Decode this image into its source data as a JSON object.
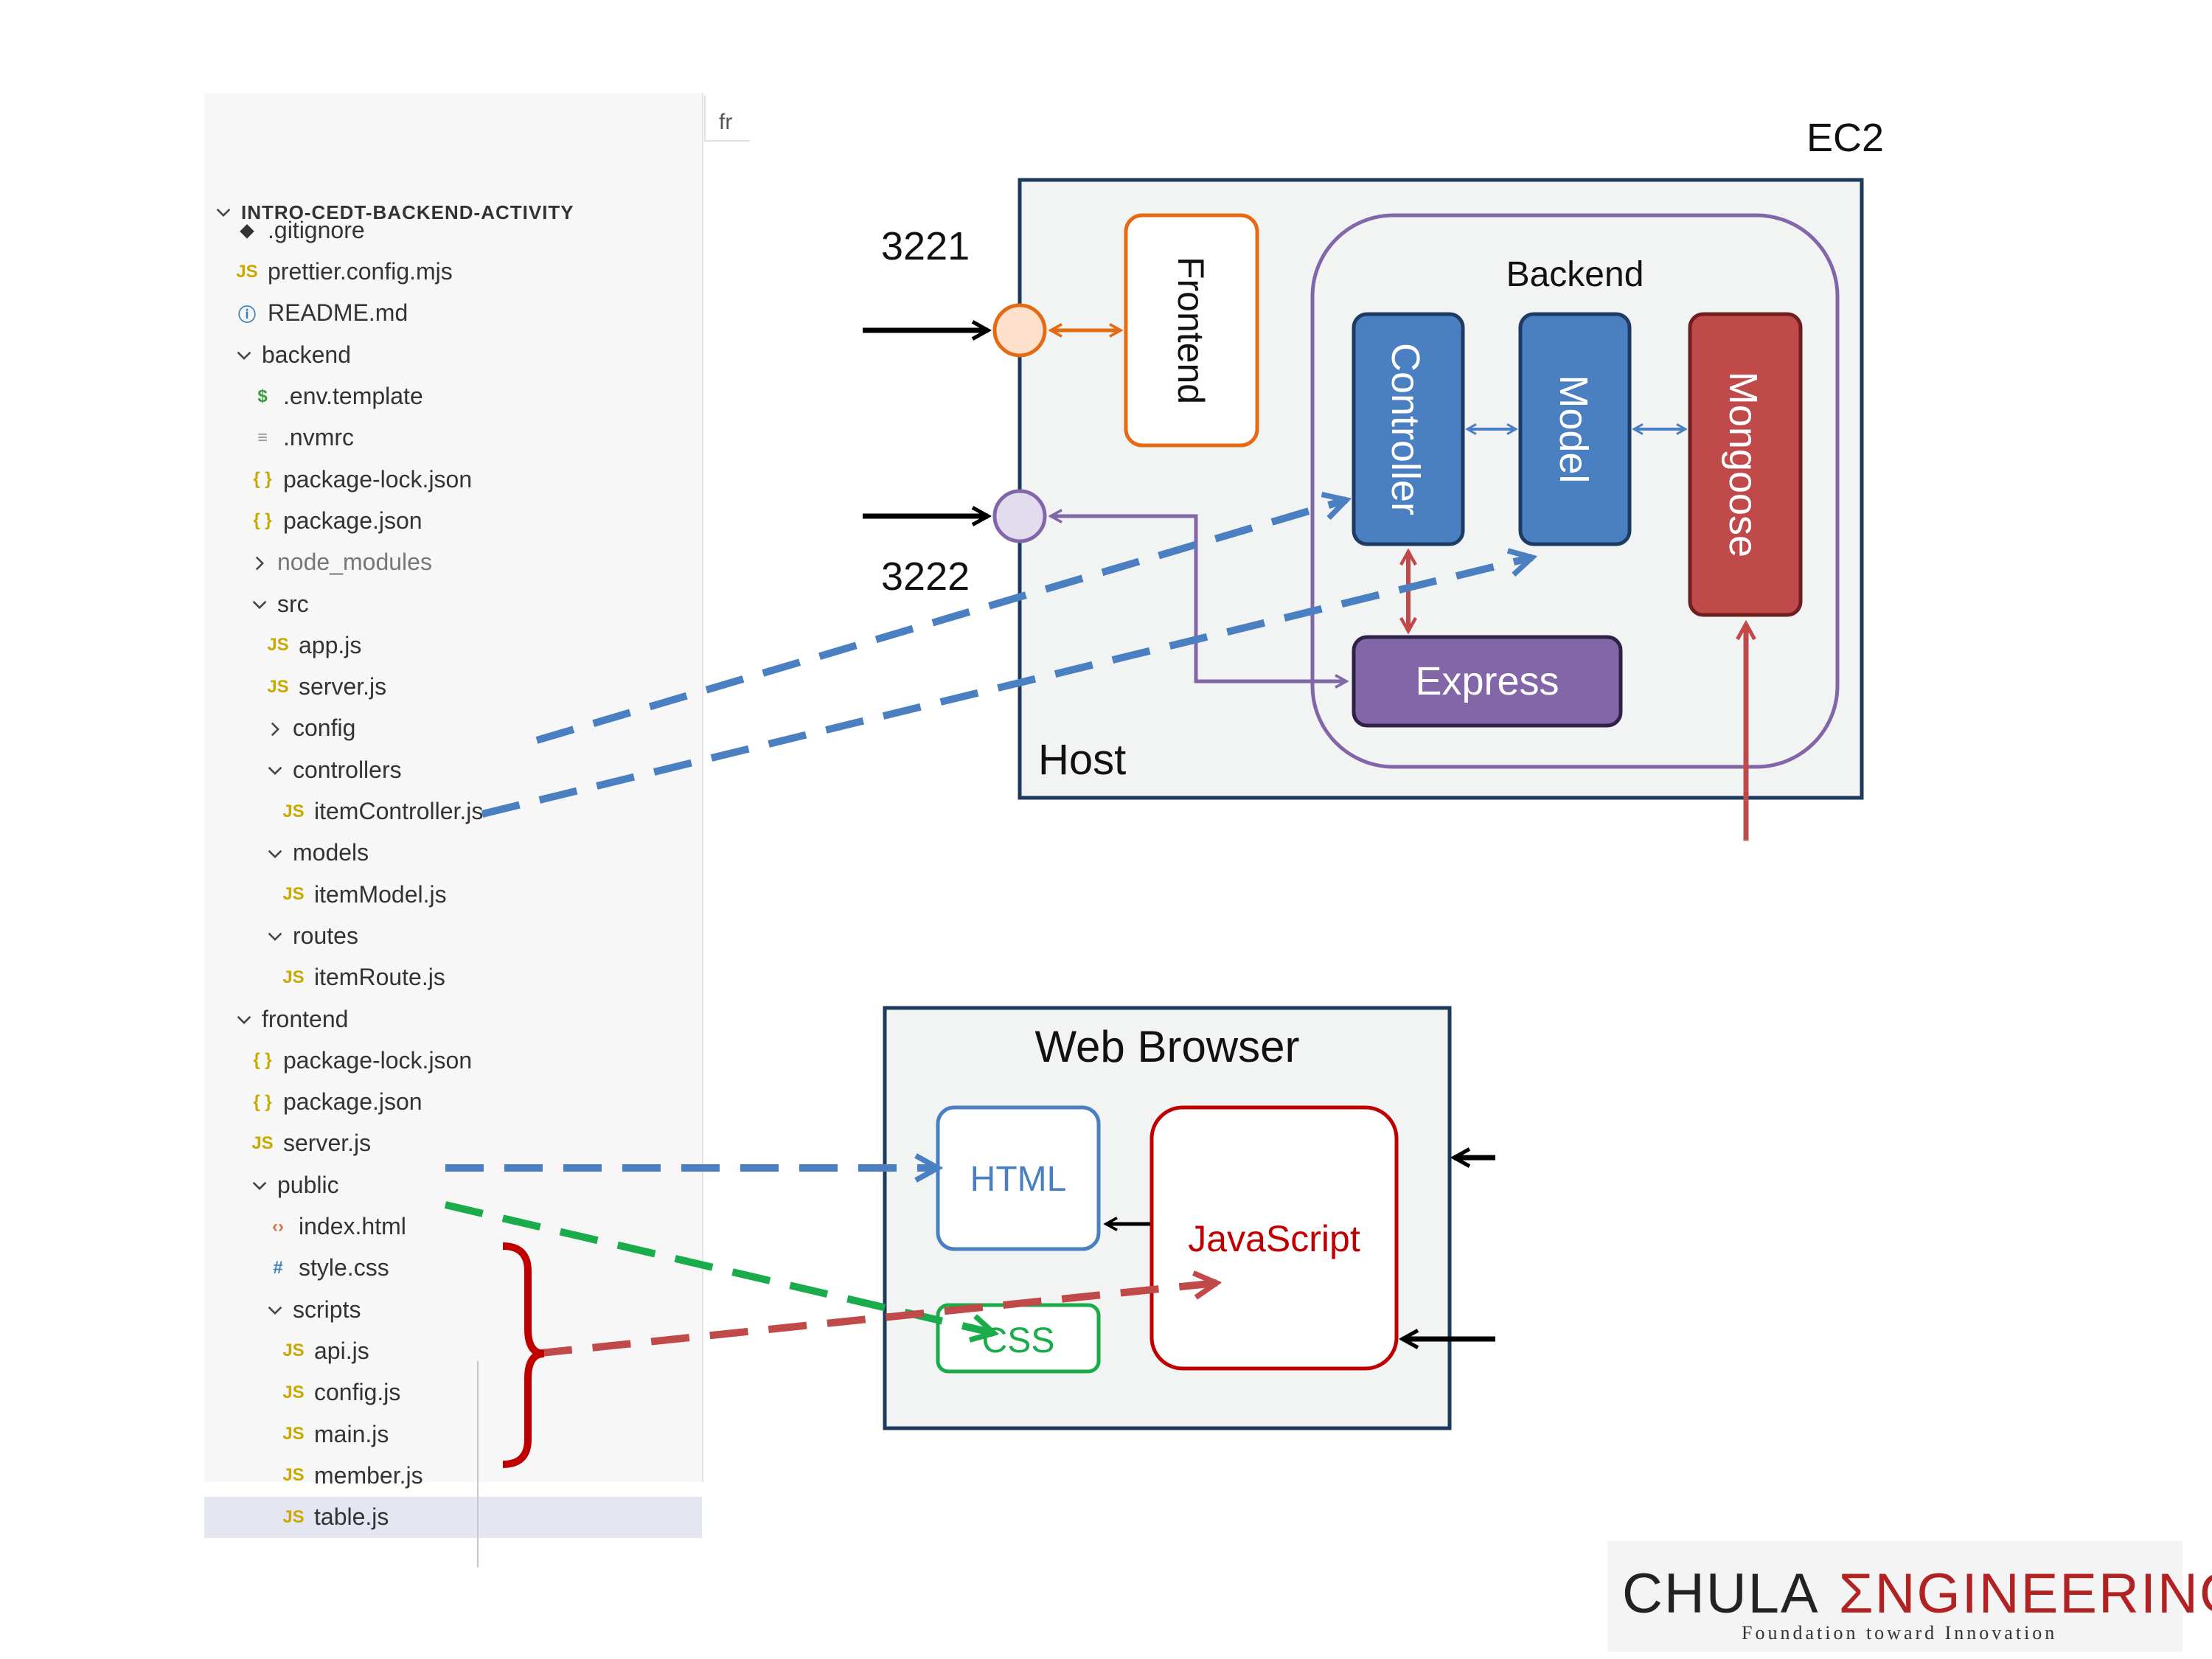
{
  "explorer": {
    "root_label": "INTRO-CEDT-BACKEND-ACTIVITY",
    "items": [
      {
        "label": ".gitignore",
        "icon": "diamond-icon"
      },
      {
        "label": "prettier.config.mjs",
        "icon": "JS"
      },
      {
        "label": "README.md",
        "icon": "info-icon"
      },
      {
        "label": "backend",
        "icon": "folder-open"
      },
      {
        "label": ".env.template",
        "icon": "$"
      },
      {
        "label": ".nvmrc",
        "icon": "lines-icon"
      },
      {
        "label": "package-lock.json",
        "icon": "{}"
      },
      {
        "label": "package.json",
        "icon": "{}"
      },
      {
        "label": "node_modules",
        "icon": "folder-closed"
      },
      {
        "label": "src",
        "icon": "folder-open"
      },
      {
        "label": "app.js",
        "icon": "JS"
      },
      {
        "label": "server.js",
        "icon": "JS"
      },
      {
        "label": "config",
        "icon": "folder-closed"
      },
      {
        "label": "controllers",
        "icon": "folder-open"
      },
      {
        "label": "itemController.js",
        "icon": "JS"
      },
      {
        "label": "models",
        "icon": "folder-open"
      },
      {
        "label": "itemModel.js",
        "icon": "JS"
      },
      {
        "label": "routes",
        "icon": "folder-open"
      },
      {
        "label": "itemRoute.js",
        "icon": "JS"
      },
      {
        "label": "frontend",
        "icon": "folder-open"
      },
      {
        "label": "package-lock.json",
        "icon": "{}"
      },
      {
        "label": "package.json",
        "icon": "{}"
      },
      {
        "label": "server.js",
        "icon": "JS"
      },
      {
        "label": "public",
        "icon": "folder-open"
      },
      {
        "label": "index.html",
        "icon": "<>"
      },
      {
        "label": "style.css",
        "icon": "#"
      },
      {
        "label": "scripts",
        "icon": "folder-open"
      },
      {
        "label": "api.js",
        "icon": "JS"
      },
      {
        "label": "config.js",
        "icon": "JS"
      },
      {
        "label": "main.js",
        "icon": "JS"
      },
      {
        "label": "member.js",
        "icon": "JS"
      },
      {
        "label": "table.js",
        "icon": "JS"
      }
    ],
    "selected": "table.js"
  },
  "editor_tab": {
    "label": "fr"
  },
  "ec2": {
    "title": "EC2",
    "host_label": "Host",
    "port_frontend": "3221",
    "port_backend": "3222",
    "frontend_label": "Frontend",
    "backend_label": "Backend",
    "controller_label": "Controller",
    "model_label": "Model",
    "mongoose_label": "Mongoose",
    "express_label": "Express"
  },
  "browser": {
    "title": "Web Browser",
    "html_label": "HTML",
    "css_label": "CSS",
    "js_label": "JavaScript"
  },
  "logo": {
    "part1": "CHULA",
    "part2": "ΣNGINEERING",
    "tagline": "Foundation toward Innovation"
  },
  "colors": {
    "orange": "#e56b12",
    "purple": "#8266a8",
    "blue": "#4a7fc1",
    "red": "#c0494a",
    "green": "#1aab4a",
    "dark_red": "#c00000",
    "box_bg": "#f2f4f4",
    "box_border": "#1d3a5c"
  }
}
